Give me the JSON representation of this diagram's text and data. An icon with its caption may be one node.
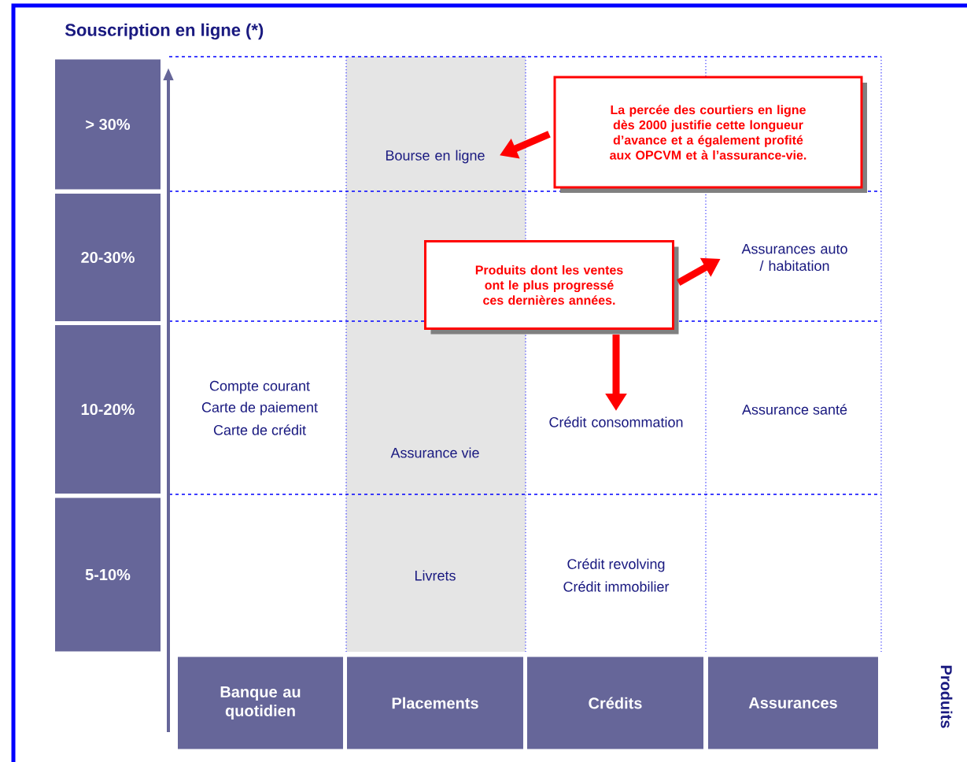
{
  "diagram": {
    "title": "Souscription en ligne (*)",
    "nodes": [
      {
        "text": [
          "> 30%"
        ]
      },
      {
        "text": [
          "20-30%"
        ]
      },
      {
        "text": [
          "10-20%"
        ]
      },
      {
        "text": [
          "5-10%"
        ]
      },
      {
        "text": [
          "Banque au quotidien"
        ]
      },
      {
        "text": [
          "Placements"
        ]
      },
      {
        "text": [
          "Crédits"
        ]
      },
      {
        "text": [
          "Assurances"
        ]
      },
      {
        "text": [
          "Bourse en ligne"
        ]
      },
      {
        "text": [
          "La percée des courtiers en ligne dès 2000 justifie cette longueur d’avance et a également profité aux OPCVM et à l’assurance-vie."
        ]
      },
      {
        "text": [
          "Assurances auto / habitation"
        ]
      },
      {
        "text": [
          "Produits dont les ventes ont le plus progressé ces dernières années."
        ]
      },
      {
        "text": [
          "Crédit consommation"
        ]
      }
    ],
    "edges": [
      {
        "from": 9,
        "to": 8,
        "arrow": "to"
      },
      {
        "from": 11,
        "to": 10,
        "arrow": "to"
      },
      {
        "from": 11,
        "to": 12,
        "arrow": "to"
      }
    ],
    "labels": [
      "Compte courant",
      "Carte de paiement",
      "Carte de crédit",
      "Assurance santé",
      "Assurance vie",
      "Livrets",
      "Crédit revolving",
      "Crédit immobilier",
      "Produits"
    ]
  }
}
